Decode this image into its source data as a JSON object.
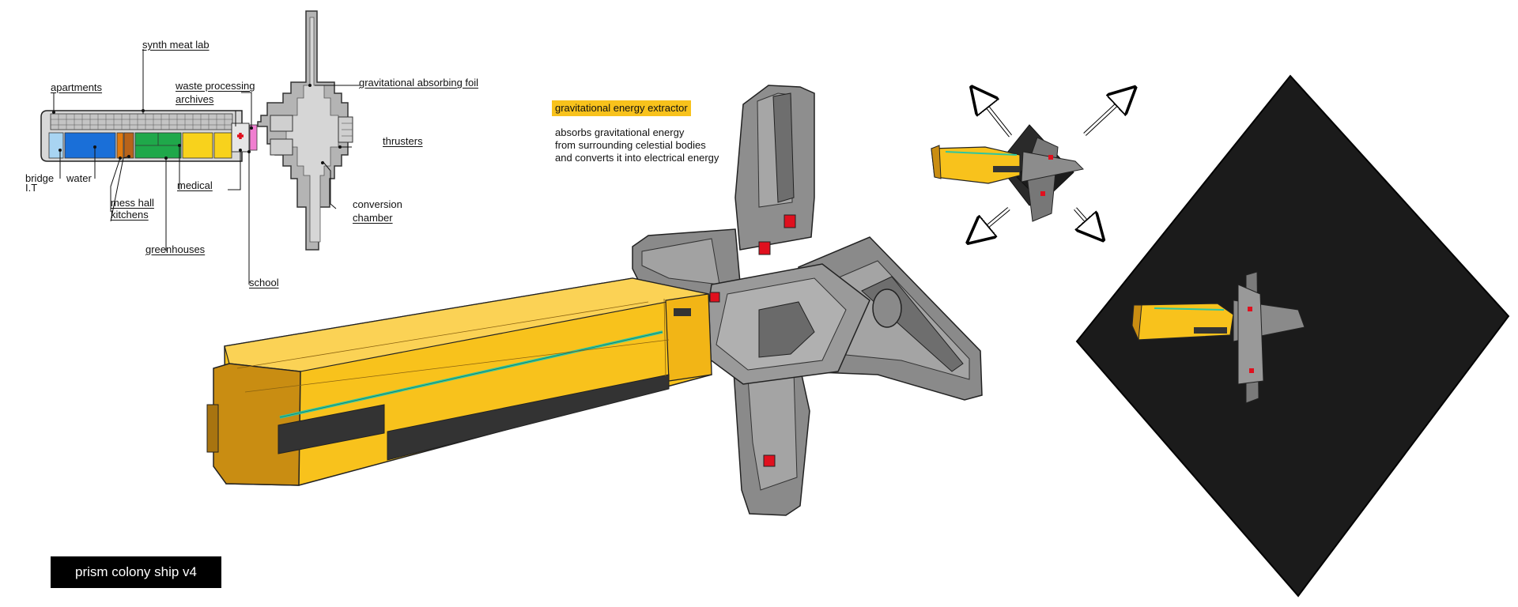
{
  "title": "prism colony ship v4",
  "schematic": {
    "labels": {
      "apartments": "apartments",
      "synth_meat_lab": "synth meat lab",
      "waste_processing": "waste processing",
      "archives": "archives",
      "gravitational_absorbing_foil": "gravitational absorbing foil",
      "thrusters": "thrusters",
      "conversion": "conversion",
      "chamber": "chamber",
      "bridge": "bridge",
      "it": "I.T",
      "water": "water",
      "mess_hall": "mess hall",
      "kitchens": "kitchens",
      "medical": "medical",
      "greenhouses": "greenhouses",
      "school": "school"
    }
  },
  "extractor": {
    "title": "gravitational energy extractor",
    "description": [
      "absorbs gravitational energy",
      "from surrounding celestial bodies",
      "and converts it into electrical energy"
    ]
  },
  "colors": {
    "hull_yellow": "#f8c21c",
    "hull_shadow": "#c98d12",
    "structure_gray": "#8a8a8a",
    "structure_dark": "#555555",
    "accent_red": "#e0101e",
    "accent_teal": "#2ec6a0",
    "water_blue": "#1a6fd8",
    "bridge_blue": "#a8d4f2",
    "greenhouse_green": "#1fa84a",
    "mess_orange": "#e07a10",
    "school_pink": "#f07ed0",
    "space_black": "#1b1b1b"
  }
}
